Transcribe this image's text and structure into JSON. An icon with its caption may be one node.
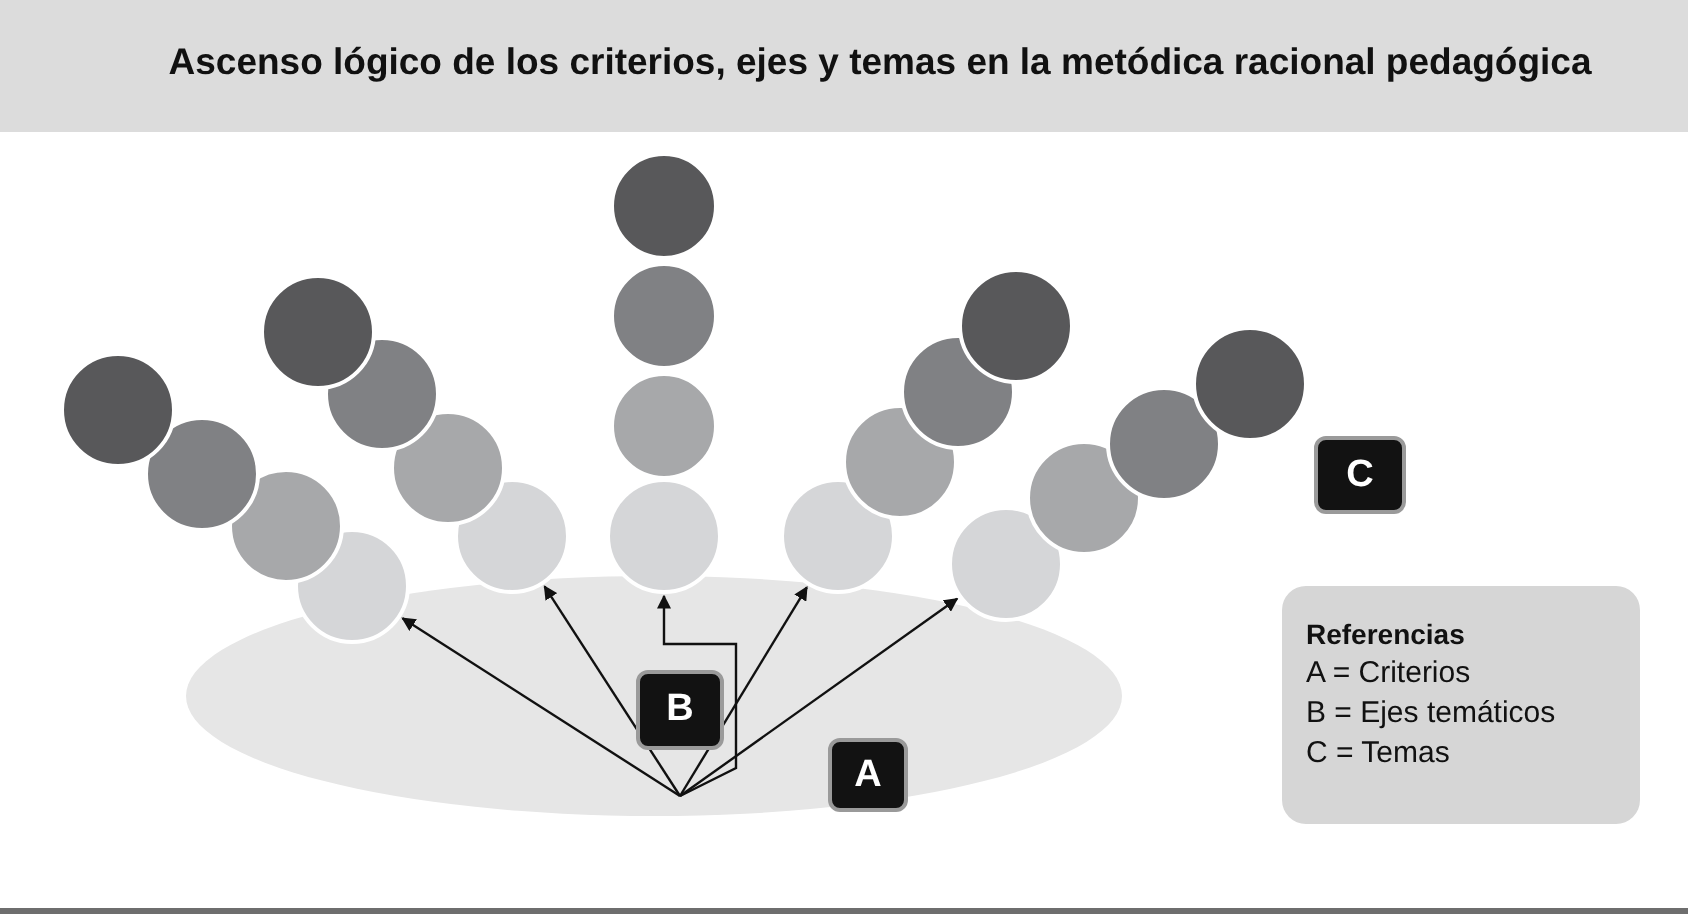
{
  "diagram": {
    "title": "Ascenso lógico de los criterios, ejes y temas en la metódica racional pedagógica",
    "nodes": [
      {
        "text": [],
        "shape": "circle"
      },
      {
        "text": [],
        "shape": "circle"
      },
      {
        "text": [],
        "shape": "circle"
      },
      {
        "text": [],
        "shape": "circle"
      },
      {
        "text": [],
        "shape": "circle"
      },
      {
        "text": [],
        "shape": "circle"
      },
      {
        "text": [],
        "shape": "circle"
      },
      {
        "text": [],
        "shape": "circle"
      },
      {
        "text": [],
        "shape": "circle"
      },
      {
        "text": [],
        "shape": "circle"
      },
      {
        "text": [],
        "shape": "circle"
      },
      {
        "text": [],
        "shape": "circle"
      },
      {
        "text": [],
        "shape": "circle"
      },
      {
        "text": [],
        "shape": "circle"
      },
      {
        "text": [],
        "shape": "circle"
      },
      {
        "text": [],
        "shape": "circle"
      },
      {
        "text": [],
        "shape": "circle"
      },
      {
        "text": [],
        "shape": "circle"
      },
      {
        "text": [],
        "shape": "circle"
      },
      {
        "text": [],
        "shape": "circle"
      },
      {
        "text": [
          "C"
        ]
      },
      {
        "text": [],
        "shape": "ellipse"
      },
      {
        "text": [
          "B"
        ],
        "in": 21
      },
      {
        "text": [
          "A"
        ],
        "in": 21
      },
      {
        "text": [
          "Referencias",
          "A = Criterios",
          "B = Ejes temáticos",
          "C = Temas"
        ]
      }
    ],
    "edges": [
      {
        "from": 21,
        "to": 3,
        "arrow": "to"
      },
      {
        "from": 21,
        "to": 7,
        "arrow": "to"
      },
      {
        "from": 21,
        "to": 11,
        "arrow": "to"
      },
      {
        "from": 21,
        "to": 12,
        "arrow": "to"
      },
      {
        "from": 21,
        "to": 16,
        "arrow": "to"
      }
    ]
  }
}
